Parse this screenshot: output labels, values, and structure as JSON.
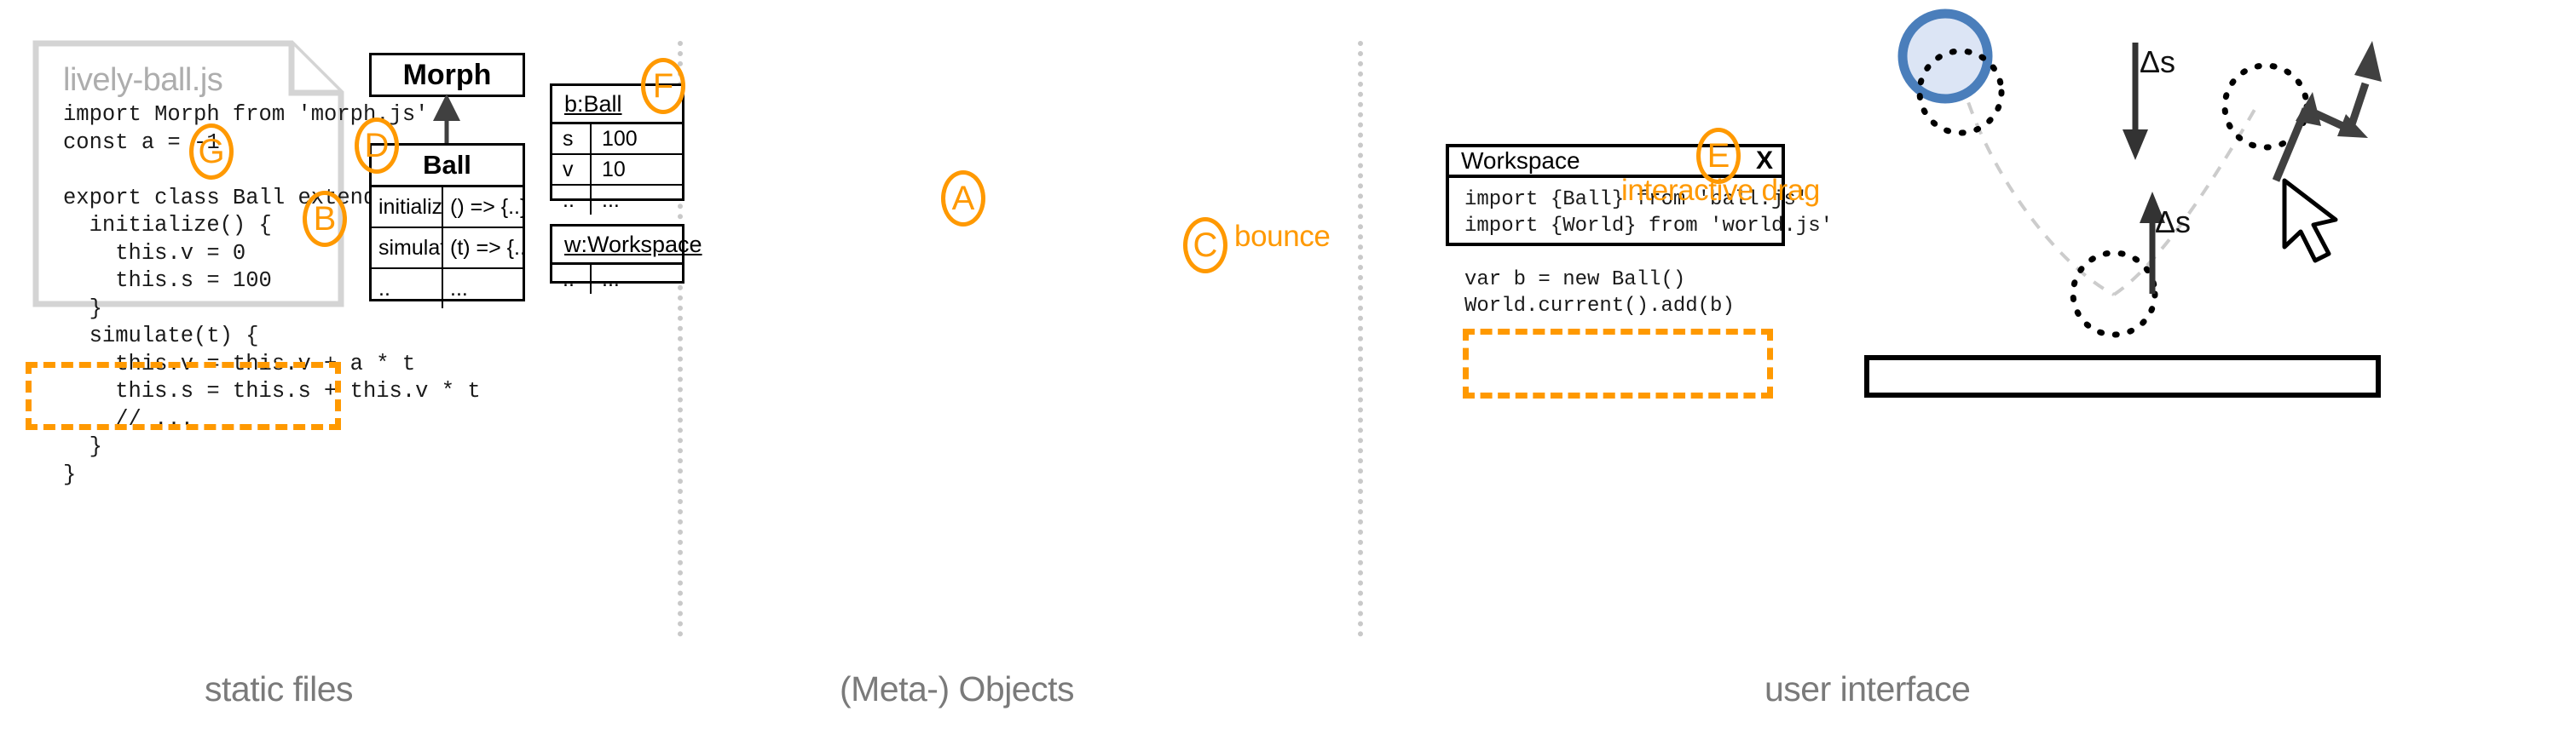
{
  "columns": {
    "static_files_caption": "static files",
    "meta_objects_caption": "(Meta-) Objects",
    "user_interface_caption": "user interface"
  },
  "file_card": {
    "filename": "lively-ball.js",
    "code_top": "import Morph from 'morph.js'\nconst a = -1\n\nexport class Ball extends Morph {\n  initialize() {\n    this.v = 0\n    this.s = 100\n  }\n  simulate(t) {\n    this.v = this.v + a * t\n    this.s = this.s + this.v * t\n    // ...\n  }\n}"
  },
  "uml": {
    "superclass": {
      "name": "Morph"
    },
    "subclass": {
      "name": "Ball",
      "rows": [
        {
          "key": "initialize",
          "value": "() => {..}"
        },
        {
          "key": "simulate",
          "value": "(t) => {..}"
        },
        {
          "key": "..",
          "value": "..."
        }
      ]
    }
  },
  "objects": [
    {
      "header": "b:Ball",
      "rows": [
        {
          "key": "s",
          "value": "100"
        },
        {
          "key": "v",
          "value": "10"
        },
        {
          "key": "..",
          "value": "..."
        }
      ]
    },
    {
      "header": "w:Workspace",
      "rows": [
        {
          "key": "..",
          "value": "..."
        }
      ]
    }
  ],
  "workspace": {
    "title": "Workspace",
    "close_label": "X",
    "imports": "import {Ball} from 'ball.js'\nimport {World} from 'world.js'",
    "statements": "var b = new Ball()\nWorld.current().add(b)"
  },
  "markers": [
    {
      "id": "A",
      "label": "A"
    },
    {
      "id": "B",
      "label": "B"
    },
    {
      "id": "C",
      "label": "C"
    },
    {
      "id": "D",
      "label": "D"
    },
    {
      "id": "E",
      "label": "E"
    },
    {
      "id": "F",
      "label": "F"
    },
    {
      "id": "G",
      "label": "G"
    }
  ],
  "annotations": {
    "interactive_drag": "interactive drag",
    "bounce": "bounce",
    "delta_s_top": "Δs",
    "delta_s_bottom": "Δs"
  },
  "colors": {
    "accent_orange": "#ff9900",
    "ball_stroke": "#4a7ebb",
    "ball_fill": "#dce5f5",
    "caption_grey": "#7a7a7a",
    "divider_grey": "#c9c9c9",
    "file_border_grey": "#d4d4d4",
    "ink_black": "#000000"
  }
}
